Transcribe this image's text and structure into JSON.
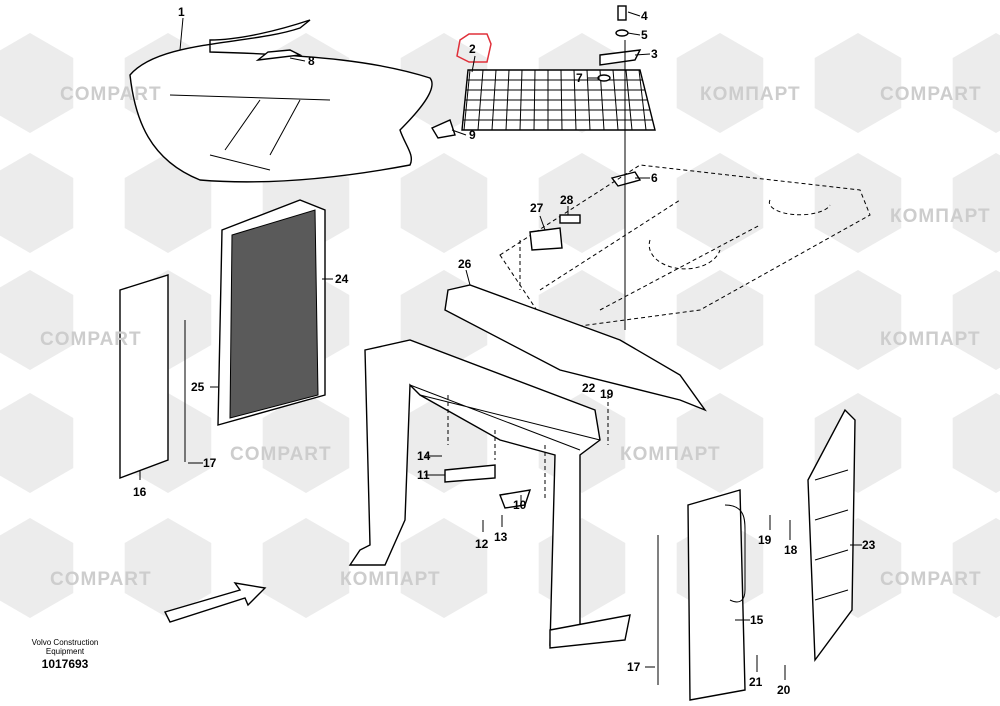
{
  "watermark": {
    "text_cyrillic": "КОМПАРТ",
    "text_latin": "COMPART"
  },
  "publisher": {
    "line1": "Volvo Construction",
    "line2": "Equipment"
  },
  "illustration_number": "1017693",
  "highlight_color": "#e0303a",
  "highlighted_callout": "2",
  "callouts": [
    "1",
    "8",
    "2",
    "4",
    "5",
    "3",
    "7",
    "9",
    "6",
    "28",
    "27",
    "26",
    "24",
    "25",
    "22",
    "19",
    "14",
    "17",
    "11",
    "16",
    "10",
    "12",
    "13",
    "19",
    "18",
    "23",
    "15",
    "17",
    "21",
    "20"
  ]
}
